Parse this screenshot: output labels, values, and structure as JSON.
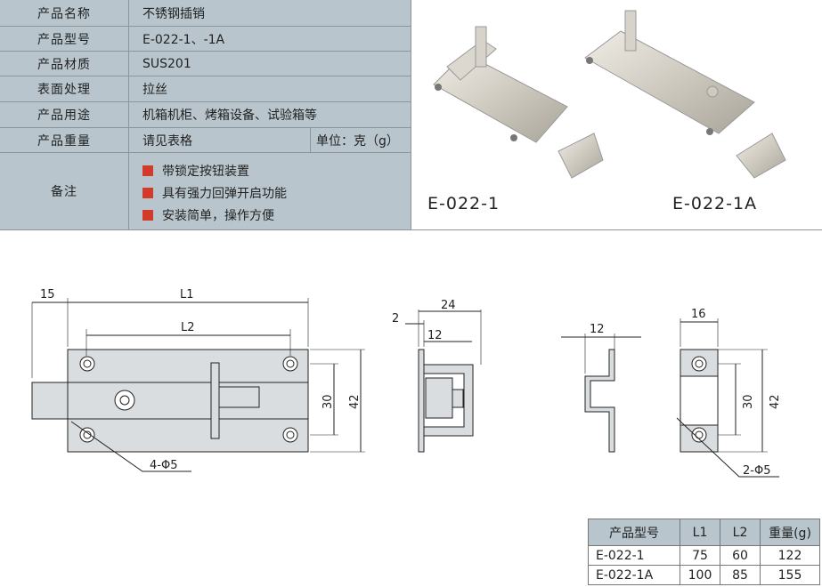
{
  "spec": {
    "rows": [
      {
        "label": "产品名称",
        "value": "不锈钢插销"
      },
      {
        "label": "产品型号",
        "value": "E-022-1、-1A"
      },
      {
        "label": "产品材质",
        "value": "SUS201"
      },
      {
        "label": "表面处理",
        "value": "拉丝"
      },
      {
        "label": "产品用途",
        "value": "机箱机柜、烤箱设备、试验箱等"
      },
      {
        "label": "产品重量",
        "value": "请见表格",
        "unit": "单位：克（g）"
      }
    ],
    "notes_label": "备注",
    "notes": [
      "带锁定按钮装置",
      "具有强力回弹开启功能",
      "安装简单，操作方便"
    ],
    "bullet_color": "#d23a2c"
  },
  "photos": {
    "left_label": "E-022-1",
    "right_label": "E-022-1A"
  },
  "drawing": {
    "front": {
      "d15": "15",
      "l1": "L1",
      "l2": "L2",
      "h30": "30",
      "h42": "42",
      "holes": "4-Φ5"
    },
    "side": {
      "d2": "2",
      "d24": "24",
      "d12": "12"
    },
    "profile": {
      "d12": "12"
    },
    "keeper": {
      "d16": "16",
      "h30": "30",
      "h42": "42",
      "holes": "2-Φ5"
    }
  },
  "weights": {
    "headers": [
      "产品型号",
      "L1",
      "L2",
      "重量(g)"
    ],
    "rows": [
      [
        "E-022-1",
        "75",
        "60",
        "122"
      ],
      [
        "E-022-1A",
        "100",
        "85",
        "155"
      ]
    ]
  }
}
